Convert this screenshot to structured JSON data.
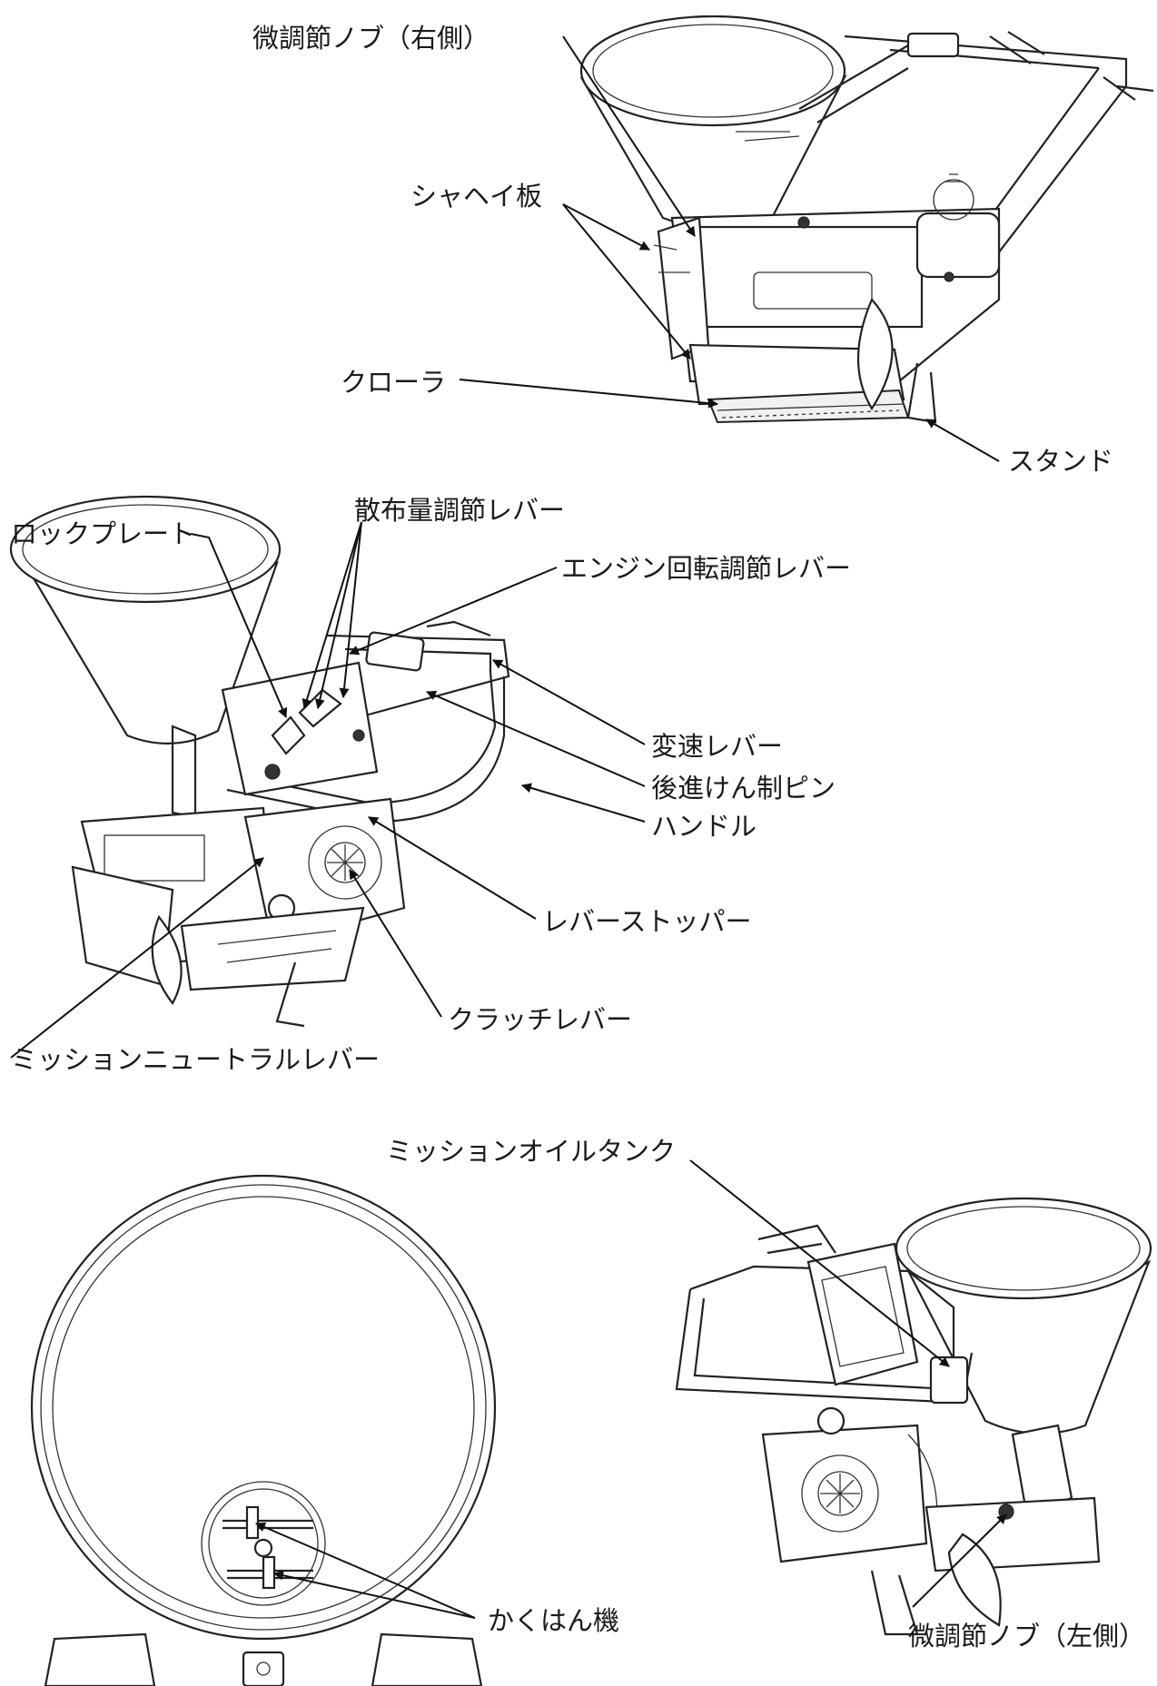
{
  "labels": {
    "fine_knob_right": "微調節ノブ（右側）",
    "shield_plate": "シャヘイ板",
    "crawler": "クローラ",
    "stand": "スタンド",
    "lock_plate": "ロックプレート",
    "spread_amount_lever": "散布量調節レバー",
    "engine_speed_lever": "エンジン回転調節レバー",
    "shift_lever": "変速レバー",
    "reverse_pin": "後進けん制ピン",
    "handle": "ハンドル",
    "lever_stopper": "レバーストッパー",
    "clutch_lever": "クラッチレバー",
    "mission_neutral_lever": "ミッションニュートラルレバー",
    "mission_oil_tank": "ミッションオイルタンク",
    "fine_knob_left": "微調節ノブ（左側）",
    "agitator": "かくはん機"
  }
}
